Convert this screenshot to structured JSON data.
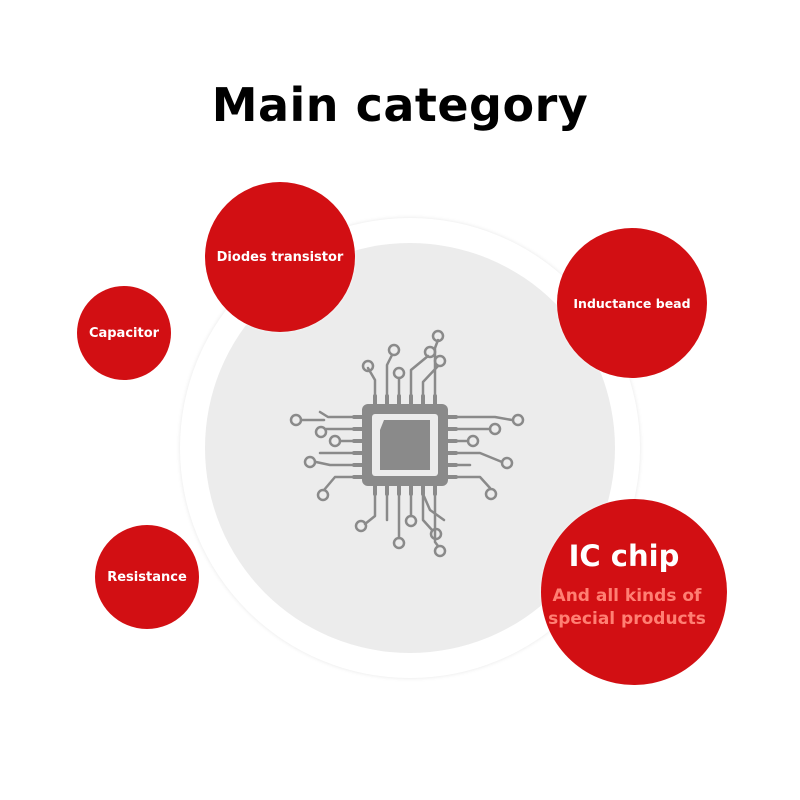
{
  "title": "Main category",
  "categories": {
    "diodes": "Diodes transistor",
    "capacitor": "Capacitor",
    "inductance": "Inductance bead",
    "resistance": "Resistance",
    "ic_chip": "IC chip",
    "ic_chip_sub_1": "And all kinds of",
    "ic_chip_sub_2": "special products"
  },
  "colors": {
    "accent": "#d20f13",
    "disc": "#ececec",
    "chip_icon": "#8a8a8a",
    "sub_text": "#ff7f73"
  },
  "icons": [
    "ic-chip-icon"
  ]
}
